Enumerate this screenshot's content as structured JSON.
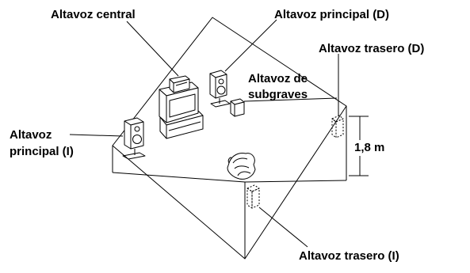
{
  "labels": {
    "center_speaker": "Altavoz central",
    "main_right": "Altavoz principal (D)",
    "rear_right": "Altavoz trasero (D)",
    "subwoofer_line1": "Altavoz de",
    "subwoofer_line2": "subgraves",
    "main_left_line1": "Altavoz",
    "main_left_line2": "principal (I)",
    "height": "1,8 m",
    "rear_left": "Altavoz trasero (I)"
  }
}
